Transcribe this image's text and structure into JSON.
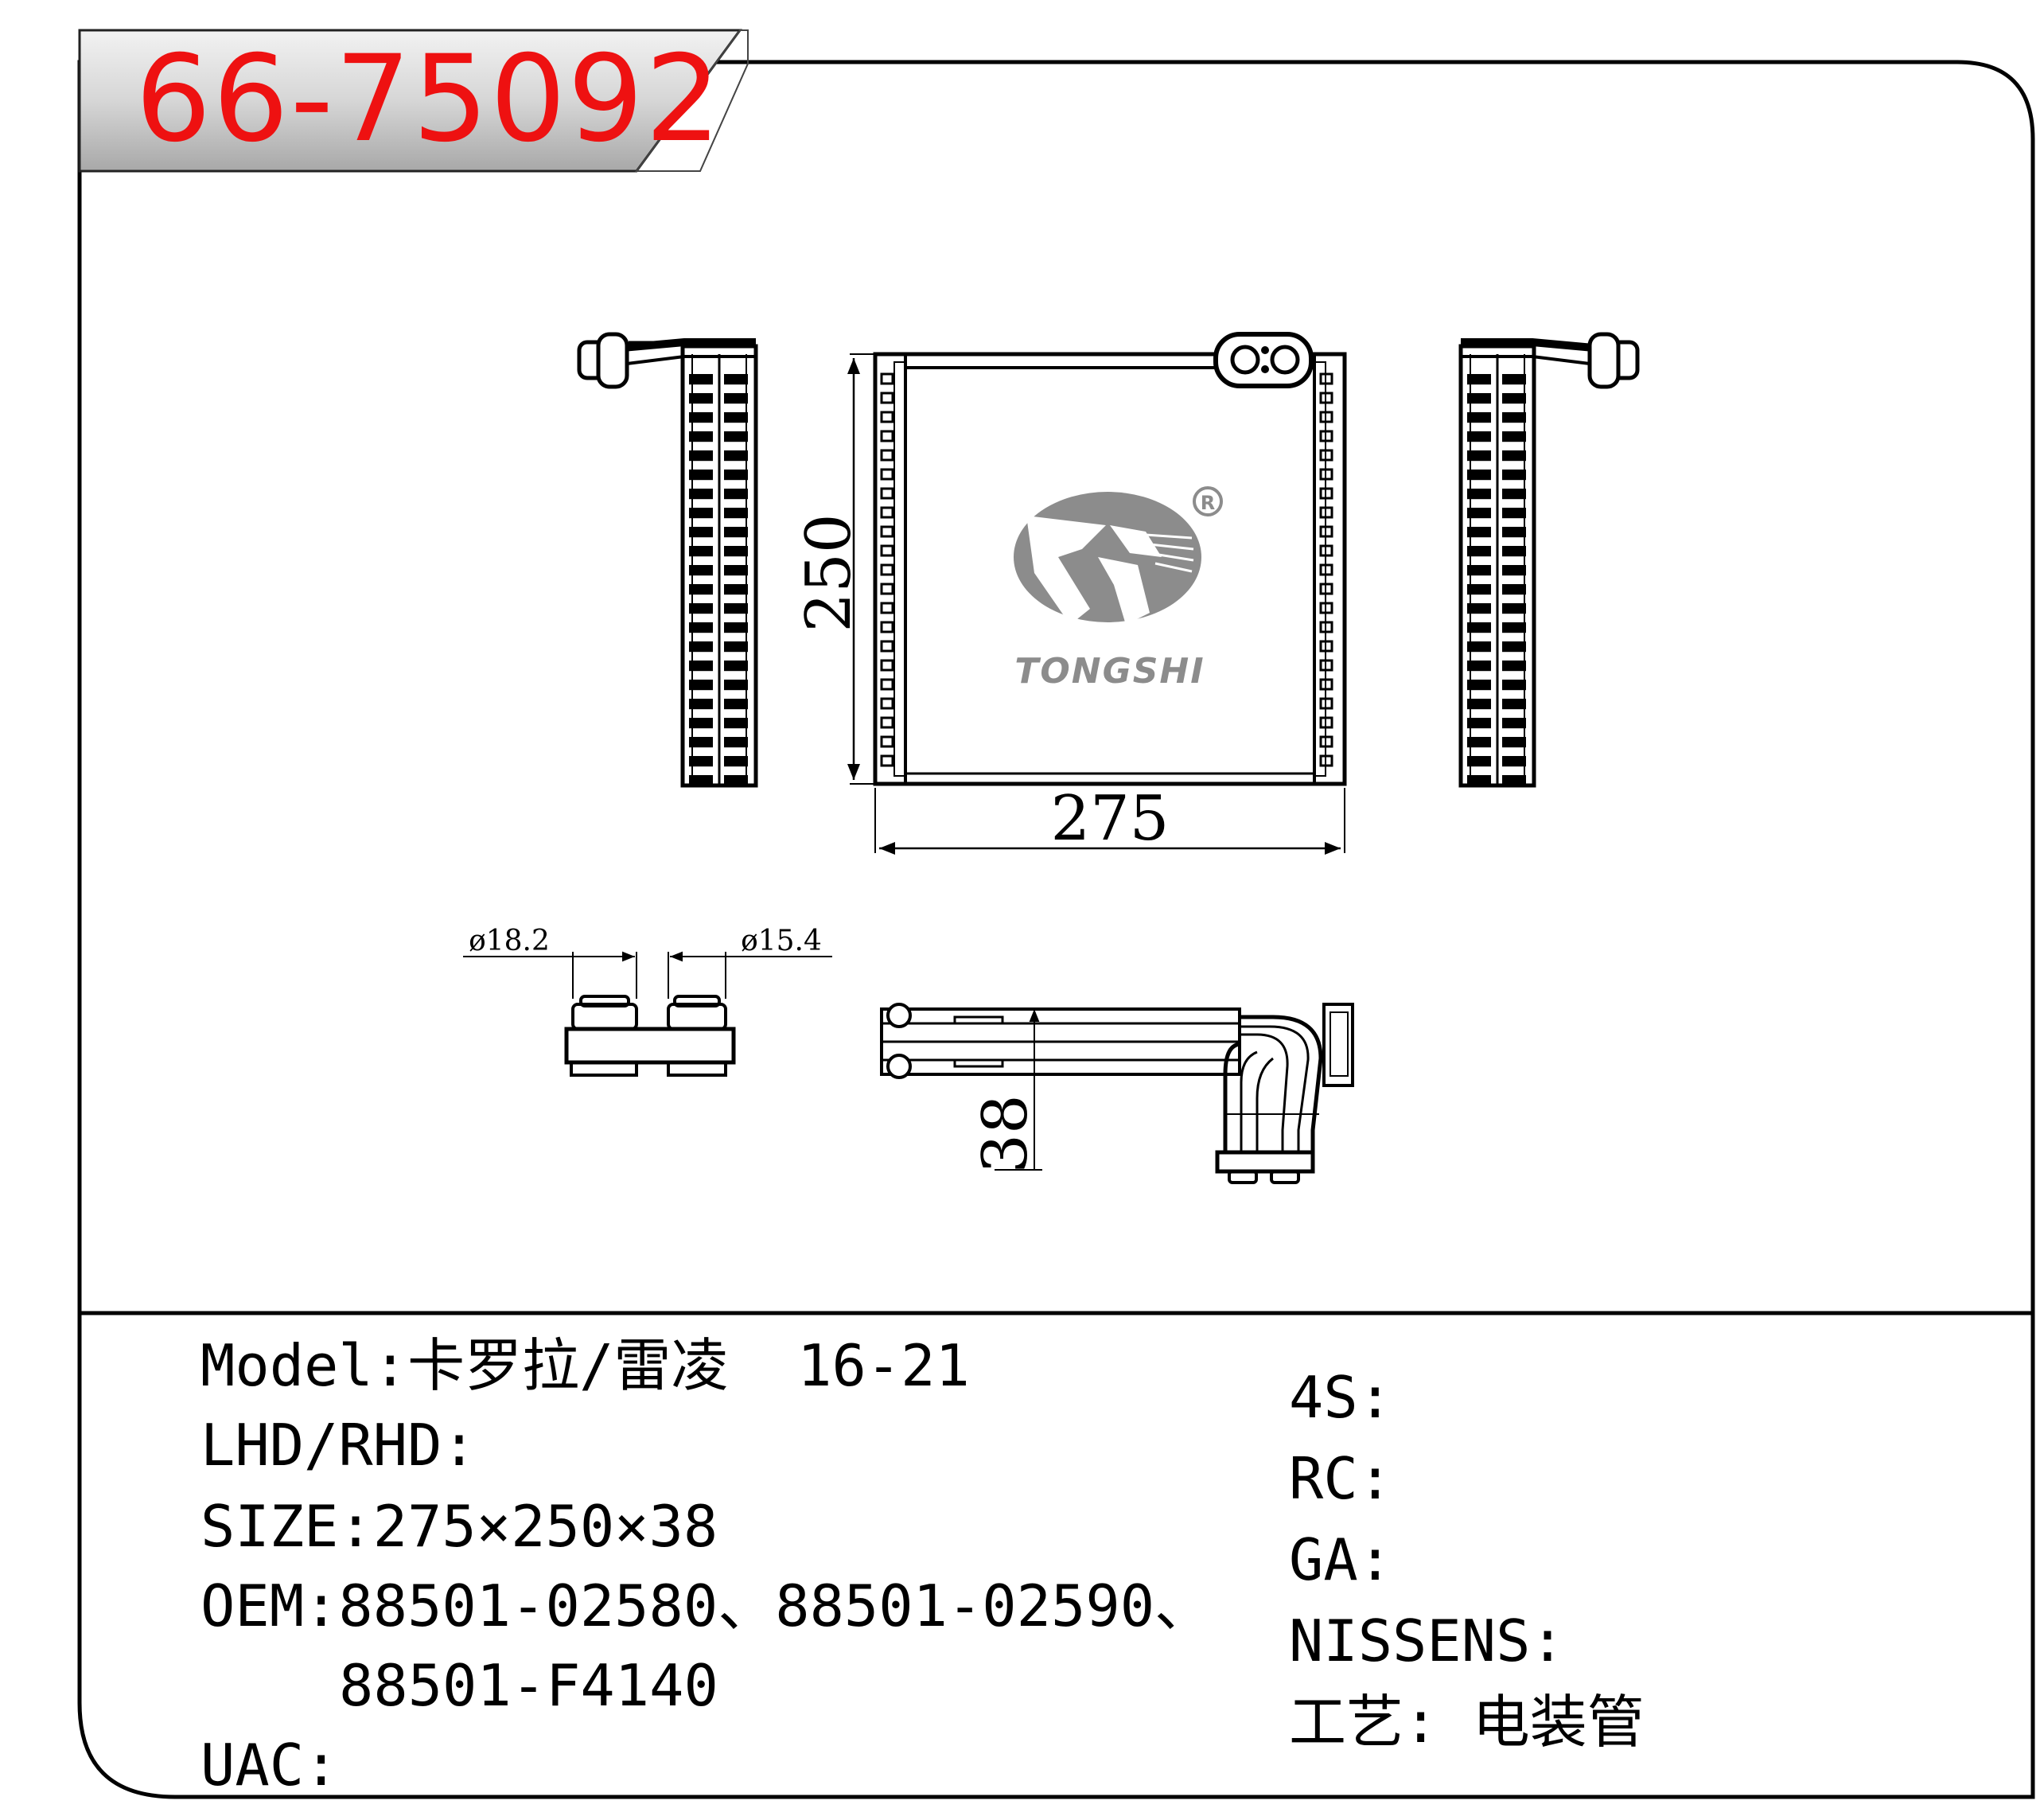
{
  "header": {
    "part_number": "66-75092"
  },
  "drawing": {
    "dim_height": "250",
    "dim_width": "275",
    "dim_depth": "38",
    "dim_pipe_1": "ø18.2",
    "dim_pipe_2": "ø15.4",
    "logo_text": "TONGSHI",
    "registered_mark": "R"
  },
  "info_left": {
    "model": "Model:卡罗拉/雷凌  16-21",
    "lhd_rhd": "LHD/RHD:",
    "size": "SIZE:275×250×38",
    "oem_line1": "OEM:88501-02580、88501-02590、",
    "oem_line2": "88501-F4140",
    "uac": "UAC:"
  },
  "info_right": {
    "fours": "4S:",
    "rc": "RC:",
    "ga": "GA:",
    "nissens": "NISSENS:",
    "process": "工艺: 电装管"
  },
  "colors": {
    "accent": "#ee1111",
    "banner": "#cfcfcf",
    "logo_grey": "#8c8c8c"
  }
}
